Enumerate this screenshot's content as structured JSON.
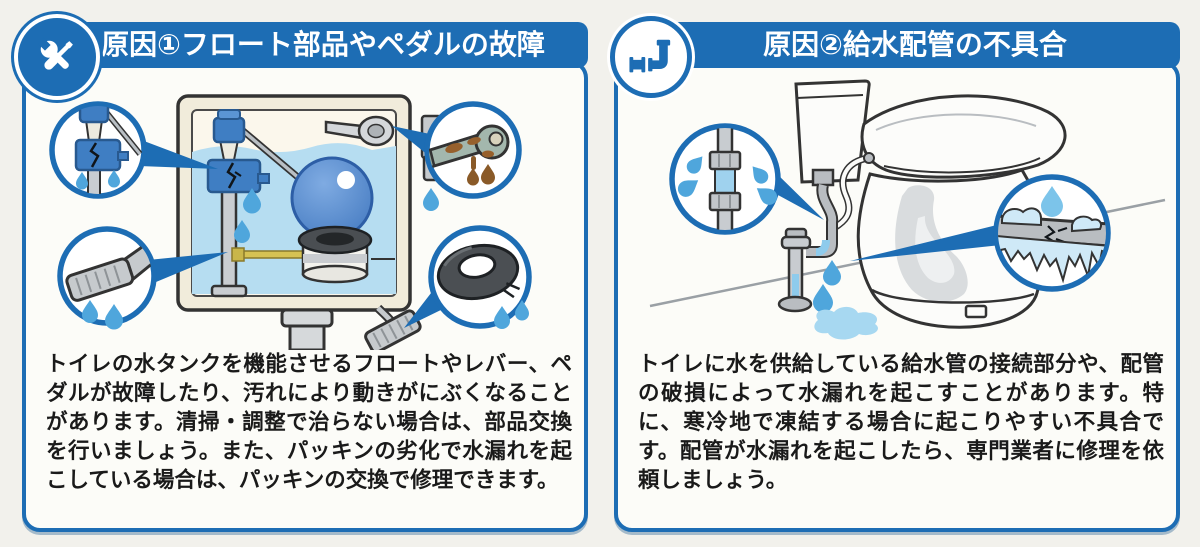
{
  "page": {
    "background_color": "#f2f1ec",
    "accent_color": "#1d6db4"
  },
  "panels": [
    {
      "id": "cause-1",
      "icon": "wrench-screwdriver-icon",
      "title": "原因①フロート部品やペダルの故障",
      "body": "トイレの水タンクを機能させるフロートやレバー、ペダルが故障したり、汚れにより動きがにぶくなることがあります。清掃・調整で治らない場合は、部品交換を行いましょう。また、パッキンの劣化で水漏れを起こしている場合は、パッキンの交換で修理できます。",
      "illustration": "toilet-tank-cutaway",
      "callouts": [
        "cracked-fill-valve",
        "rusted-lever",
        "worn-pedal",
        "degraded-gasket-ring"
      ]
    },
    {
      "id": "cause-2",
      "icon": "pipe-elbow-icon",
      "title": "原因②給水配管の不具合",
      "body": "トイレに水を供給している給水管の接続部分や、配管の破損によって水漏れを起こすことがあります。特に、寒冷地で凍結する場合に起こりやすい不具合です。配管が水漏れを起こしたら、専門業者に修理を依頼しましょう。",
      "illustration": "toilet-with-leaking-supply-pipe",
      "callouts": [
        "leaking-pipe-joint",
        "frozen-cracked-pipe"
      ]
    }
  ],
  "colors": {
    "outline": "#333333",
    "water_blue": "#b6ddf1",
    "drop_blue": "#4fa6dc",
    "tank_cream": "#f1ecdb",
    "part_gray": "#c8ccd0",
    "valve_blue": "#3f7ec3",
    "float_ball_blue": "#5d90d2",
    "gasket_dark": "#4b4f53",
    "rust_brown": "#97602c",
    "ice_blue": "#cfe9f7",
    "puddle_blue": "#a7d8f1"
  }
}
